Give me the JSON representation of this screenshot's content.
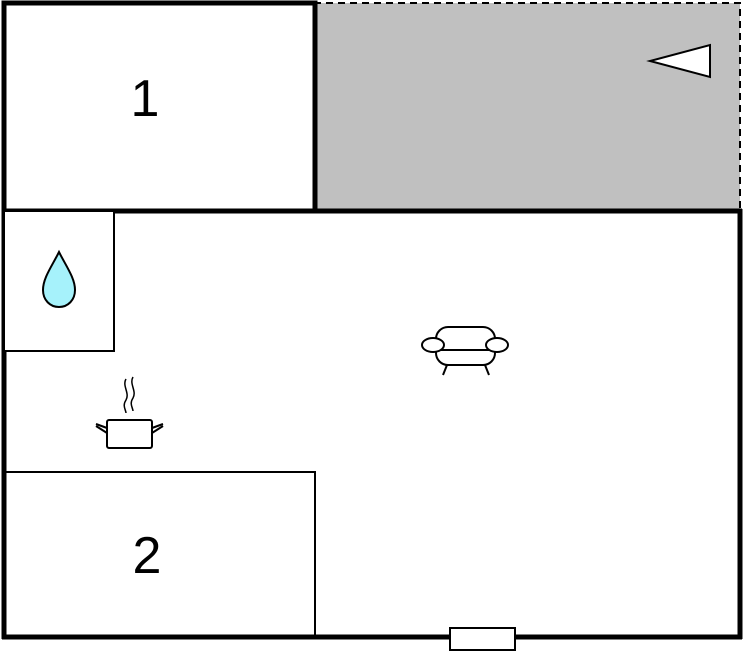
{
  "floorplan": {
    "rooms": [
      {
        "label": "1",
        "type": "bedroom"
      },
      {
        "label": "2",
        "type": "bedroom"
      }
    ],
    "icons": {
      "bathroom": "water-drop-icon",
      "kitchen": "cooking-pot-icon",
      "living_room": "sofa-icon",
      "terrace": "triangle-pointer-icon",
      "entrance": "door-icon"
    },
    "colors": {
      "walls": "#000000",
      "terrace_fill": "#c0c0c0",
      "water_drop": "#a6f2fb",
      "background": "#ffffff"
    }
  }
}
